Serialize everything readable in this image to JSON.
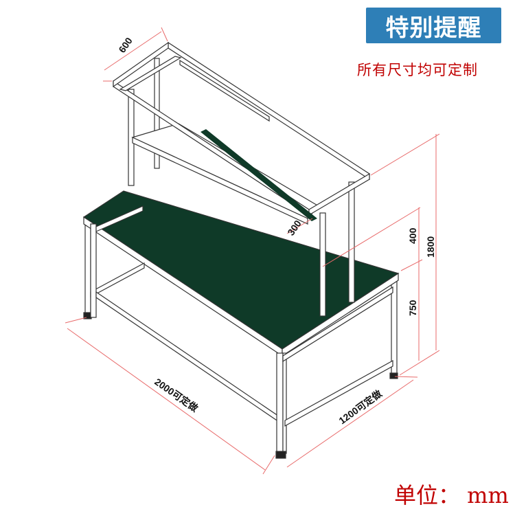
{
  "badge": {
    "text": "特别提醒"
  },
  "notice": {
    "text": "所有尺寸均可定制"
  },
  "unit_label": "单位： mm",
  "dimensions": {
    "length": "2000可定做",
    "width": "1200可定做",
    "shelf_depth": "600",
    "lower_shelf_depth": "300",
    "upper_gap": "400",
    "total_height": "1800",
    "table_height": "750"
  },
  "colors": {
    "badge_bg": "#2e7fb7",
    "accent_red": "#c00000",
    "desk_top": "#0f3a28",
    "frame": "#ffffff",
    "dimension_line": "#e86a6a"
  }
}
